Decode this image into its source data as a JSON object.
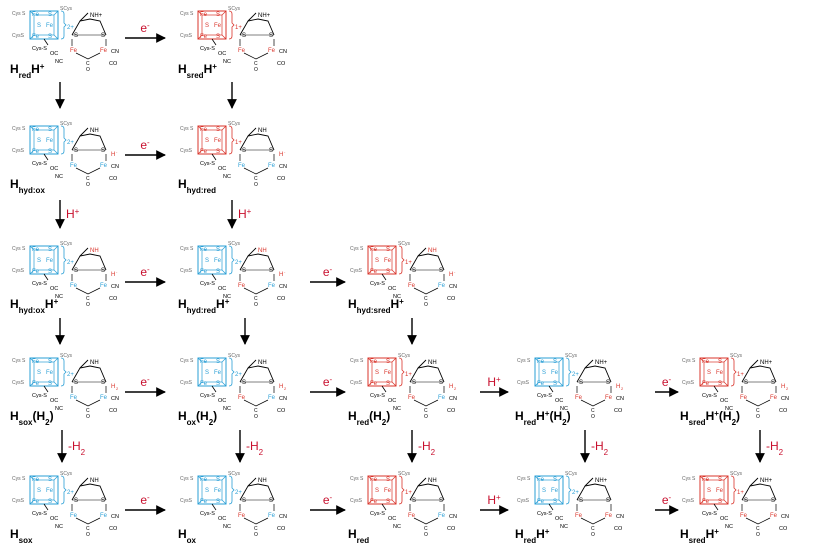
{
  "colors": {
    "oxidized_cluster": "#2a9fd6",
    "reduced_cluster": "#d9342b",
    "black": "#000000",
    "gray": "#666666",
    "reagent_red": "#c8102e"
  },
  "structure_text": {
    "fe": "Fe",
    "s": "S",
    "cys_s": "Cys",
    "scys": "SCys",
    "oc": "OC",
    "nc": "NC",
    "cn": "CN",
    "co": "CO",
    "o": "O",
    "c": "C",
    "nh": "NH",
    "nh_plus": "NH+",
    "h_minus": "H-",
    "h2": "H2",
    "charge_2plus": "2+",
    "charge_1plus": "1+"
  },
  "reagents": {
    "electron": "e-",
    "proton": "H+",
    "minus_h2": "-H2"
  },
  "states": [
    {
      "id": "s11",
      "cluster": "ox",
      "bridge": "nhplus",
      "dfe": "rr",
      "term": "none",
      "name": "H",
      "sub": "red",
      "suffix": "H",
      "suffix_sup": "+",
      "tail": ""
    },
    {
      "id": "s12",
      "cluster": "red",
      "bridge": "nhplus",
      "dfe": "rr",
      "term": "none",
      "name": "H",
      "sub": "sred",
      "suffix": "H",
      "suffix_sup": "+",
      "tail": ""
    },
    {
      "id": "s21",
      "cluster": "ox",
      "bridge": "nh",
      "dfe": "bb",
      "term": "hminus",
      "name": "H",
      "sub": "hyd:ox",
      "suffix": "",
      "suffix_sup": "",
      "tail": ""
    },
    {
      "id": "s22",
      "cluster": "red",
      "bridge": "nh",
      "dfe": "bb",
      "term": "hminus",
      "name": "H",
      "sub": "hyd:red",
      "suffix": "",
      "suffix_sup": "",
      "tail": ""
    },
    {
      "id": "s31",
      "cluster": "ox",
      "bridge": "nhred",
      "dfe": "bb",
      "term": "hminus",
      "name": "H",
      "sub": "hyd:ox",
      "suffix": "H",
      "suffix_sup": "+",
      "tail": ""
    },
    {
      "id": "s32",
      "cluster": "ox",
      "bridge": "nhred",
      "dfe": "rb",
      "term": "hminus",
      "name": "H",
      "sub": "hyd:red",
      "suffix": "H",
      "suffix_sup": "+",
      "tail": ""
    },
    {
      "id": "s33",
      "cluster": "red",
      "bridge": "nhred",
      "dfe": "rb",
      "term": "hminus",
      "name": "H",
      "sub": "hyd:sred",
      "suffix": "H",
      "suffix_sup": "+",
      "tail": ""
    },
    {
      "id": "s41",
      "cluster": "ox",
      "bridge": "nh",
      "dfe": "bb",
      "term": "h2",
      "name": "H",
      "sub": "sox",
      "suffix": "",
      "suffix_sup": "",
      "tail": "(H2)"
    },
    {
      "id": "s42",
      "cluster": "ox",
      "bridge": "nh",
      "dfe": "rb",
      "term": "h2",
      "name": "H",
      "sub": "ox",
      "suffix": "",
      "suffix_sup": "",
      "tail": "(H2)"
    },
    {
      "id": "s43",
      "cluster": "red",
      "bridge": "nh",
      "dfe": "rb",
      "term": "h2",
      "name": "H",
      "sub": "red",
      "suffix": "",
      "suffix_sup": "",
      "tail": "(H2)"
    },
    {
      "id": "s44",
      "cluster": "ox",
      "bridge": "nhplus",
      "dfe": "rr",
      "term": "h2",
      "name": "H",
      "sub": "red",
      "suffix": "H",
      "suffix_sup": "+",
      "tail": "(H2)"
    },
    {
      "id": "s45",
      "cluster": "red",
      "bridge": "nhplus",
      "dfe": "rr",
      "term": "h2",
      "name": "H",
      "sub": "sred",
      "suffix": "H",
      "suffix_sup": "+",
      "tail": "(H2)"
    },
    {
      "id": "s51",
      "cluster": "ox",
      "bridge": "nh",
      "dfe": "bb",
      "term": "none",
      "name": "H",
      "sub": "sox",
      "suffix": "",
      "suffix_sup": "",
      "tail": ""
    },
    {
      "id": "s52",
      "cluster": "ox",
      "bridge": "nh",
      "dfe": "rb",
      "term": "none",
      "name": "H",
      "sub": "ox",
      "suffix": "",
      "suffix_sup": "",
      "tail": ""
    },
    {
      "id": "s53",
      "cluster": "red",
      "bridge": "nh",
      "dfe": "rb",
      "term": "none",
      "name": "H",
      "sub": "red",
      "suffix": "",
      "suffix_sup": "",
      "tail": ""
    },
    {
      "id": "s54",
      "cluster": "ox",
      "bridge": "nhplus",
      "dfe": "rr",
      "term": "none",
      "name": "H",
      "sub": "red",
      "suffix": "H",
      "suffix_sup": "+",
      "tail": ""
    },
    {
      "id": "s55",
      "cluster": "red",
      "bridge": "nhplus",
      "dfe": "rr",
      "term": "none",
      "name": "H",
      "sub": "sred",
      "suffix": "H",
      "suffix_sup": "+",
      "tail": ""
    }
  ],
  "transitions": [
    {
      "id": "t1",
      "dir": "h",
      "reagent": "electron"
    },
    {
      "id": "t2",
      "dir": "v",
      "reagent": "none"
    },
    {
      "id": "t3",
      "dir": "v",
      "reagent": "none"
    },
    {
      "id": "t4",
      "dir": "h",
      "reagent": "electron"
    },
    {
      "id": "t5",
      "dir": "v",
      "reagent": "proton"
    },
    {
      "id": "t6",
      "dir": "v",
      "reagent": "proton"
    },
    {
      "id": "t7",
      "dir": "h",
      "reagent": "electron"
    },
    {
      "id": "t8",
      "dir": "h",
      "reagent": "electron"
    },
    {
      "id": "t9",
      "dir": "v",
      "reagent": "none"
    },
    {
      "id": "t10",
      "dir": "v",
      "reagent": "none"
    },
    {
      "id": "t11",
      "dir": "v",
      "reagent": "none"
    },
    {
      "id": "t12",
      "dir": "h",
      "reagent": "electron"
    },
    {
      "id": "t13",
      "dir": "h",
      "reagent": "electron"
    },
    {
      "id": "t14",
      "dir": "h",
      "reagent": "proton"
    },
    {
      "id": "t15",
      "dir": "h",
      "reagent": "electron"
    },
    {
      "id": "t16",
      "dir": "v",
      "reagent": "minus_h2"
    },
    {
      "id": "t17",
      "dir": "v",
      "reagent": "minus_h2"
    },
    {
      "id": "t18",
      "dir": "v",
      "reagent": "minus_h2"
    },
    {
      "id": "t19",
      "dir": "v",
      "reagent": "minus_h2"
    },
    {
      "id": "t20",
      "dir": "v",
      "reagent": "minus_h2"
    },
    {
      "id": "t21",
      "dir": "h",
      "reagent": "electron"
    },
    {
      "id": "t22",
      "dir": "h",
      "reagent": "electron"
    },
    {
      "id": "t23",
      "dir": "h",
      "reagent": "proton"
    },
    {
      "id": "t24",
      "dir": "h",
      "reagent": "electron"
    }
  ]
}
